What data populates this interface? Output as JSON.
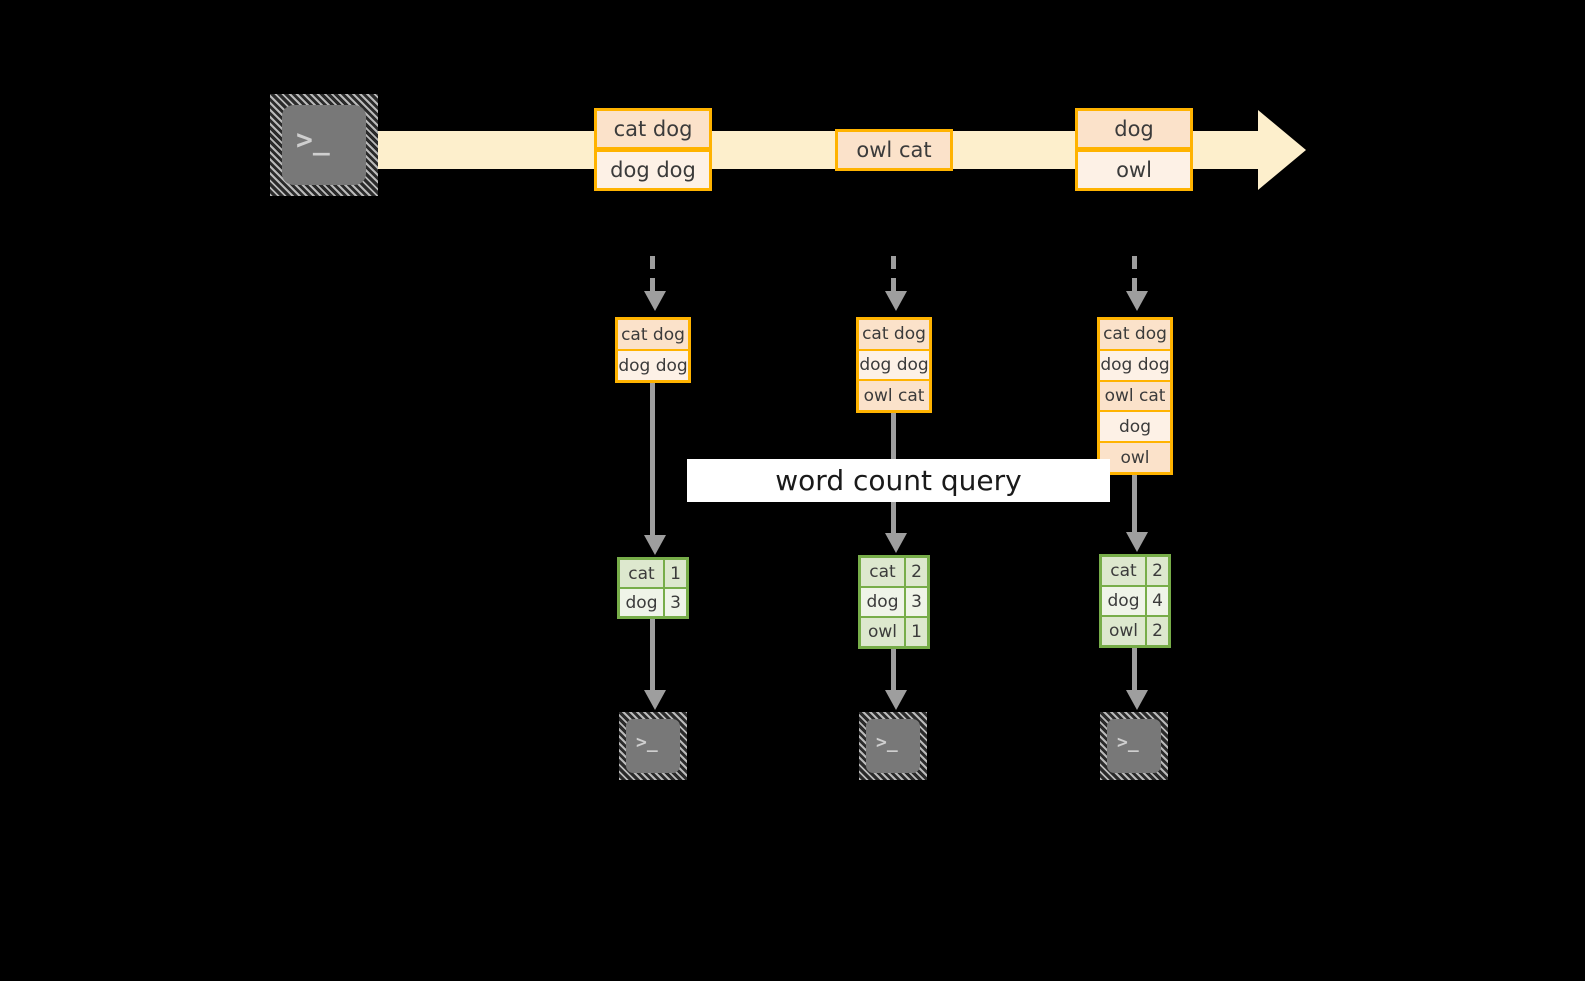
{
  "diagram": {
    "title": "word count stream query diagram",
    "colors": {
      "background": "#000000",
      "stream_band": "#FDEFCC",
      "record_border": "#FFB300",
      "record_fill_a": "#FBE2CA",
      "record_fill_b": "#FDF1E6",
      "result_border": "#77AD49",
      "result_fill_a": "#DDE8CE",
      "result_fill_b": "#EFF4E8",
      "connector": "#9E9E9E",
      "terminal_screen": "#787878",
      "label_bg": "#FFFFFF",
      "label_text": "#1a1a1a"
    }
  },
  "source": {
    "icon": "terminal-icon",
    "prompt_glyph": ">_"
  },
  "stream": {
    "groups": [
      {
        "name": "group-1",
        "records": [
          {
            "text": "cat dog",
            "shade": "a"
          },
          {
            "text": "dog dog",
            "shade": "b"
          }
        ]
      },
      {
        "name": "group-2",
        "records": [
          {
            "text": "owl cat",
            "shade": "a"
          }
        ]
      },
      {
        "name": "group-3",
        "records": [
          {
            "text": "dog",
            "shade": "a"
          },
          {
            "text": "owl",
            "shade": "b"
          }
        ]
      }
    ]
  },
  "query": {
    "label": "word count query"
  },
  "snapshots": [
    {
      "name": "snapshot-1",
      "input_rows": [
        {
          "text": "cat dog",
          "shade": "a"
        },
        {
          "text": "dog dog",
          "shade": "b"
        }
      ],
      "result_rows": [
        {
          "word": "cat",
          "count": "1",
          "shade": "a"
        },
        {
          "word": "dog",
          "count": "3",
          "shade": "b"
        }
      ],
      "sink": {
        "icon": "terminal-icon",
        "prompt_glyph": ">_"
      }
    },
    {
      "name": "snapshot-2",
      "input_rows": [
        {
          "text": "cat dog",
          "shade": "a"
        },
        {
          "text": "dog dog",
          "shade": "b"
        },
        {
          "text": "owl cat",
          "shade": "a"
        }
      ],
      "result_rows": [
        {
          "word": "cat",
          "count": "2",
          "shade": "a"
        },
        {
          "word": "dog",
          "count": "3",
          "shade": "b"
        },
        {
          "word": "owl",
          "count": "1",
          "shade": "a"
        }
      ],
      "sink": {
        "icon": "terminal-icon",
        "prompt_glyph": ">_"
      }
    },
    {
      "name": "snapshot-3",
      "input_rows": [
        {
          "text": "cat dog",
          "shade": "a"
        },
        {
          "text": "dog dog",
          "shade": "b"
        },
        {
          "text": "owl cat",
          "shade": "a"
        },
        {
          "text": "dog",
          "shade": "b"
        },
        {
          "text": "owl",
          "shade": "a"
        }
      ],
      "result_rows": [
        {
          "word": "cat",
          "count": "2",
          "shade": "a"
        },
        {
          "word": "dog",
          "count": "4",
          "shade": "b"
        },
        {
          "word": "owl",
          "count": "2",
          "shade": "a"
        }
      ],
      "sink": {
        "icon": "terminal-icon",
        "prompt_glyph": ">_"
      }
    }
  ]
}
